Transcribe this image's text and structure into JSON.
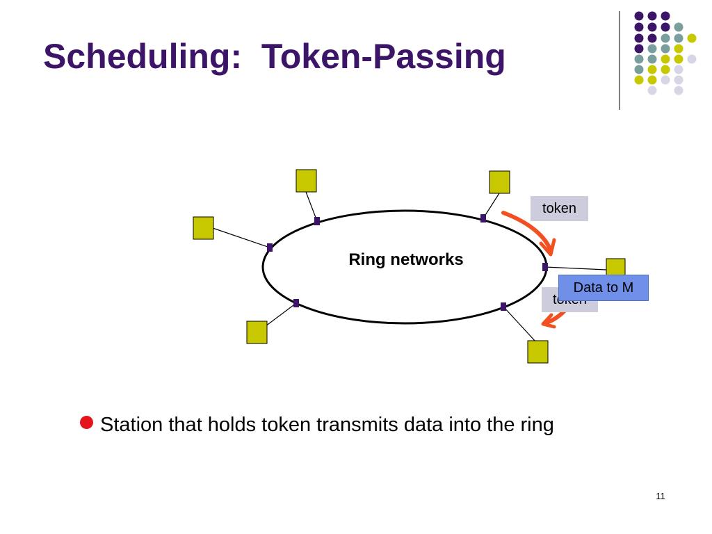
{
  "slide": {
    "title": "Scheduling:  Token-Passing",
    "bullet": "Station that holds token transmits data into the ring",
    "page_number": "11"
  },
  "diagram": {
    "ring_label": "Ring networks",
    "token_label_1": "token",
    "token_label_2": "token",
    "data_label": "Data to M"
  },
  "colors": {
    "title": "#3d1568",
    "station": "#c8c800",
    "ring_node": "#3d1568",
    "arrow": "#f25022",
    "bullet": "#e3141c",
    "data_box": "#6f8fe8",
    "token_box": "#ccccdd"
  },
  "icons": {
    "bullet": "bullet-dot-icon",
    "decor": "dot-grid-decoration"
  }
}
